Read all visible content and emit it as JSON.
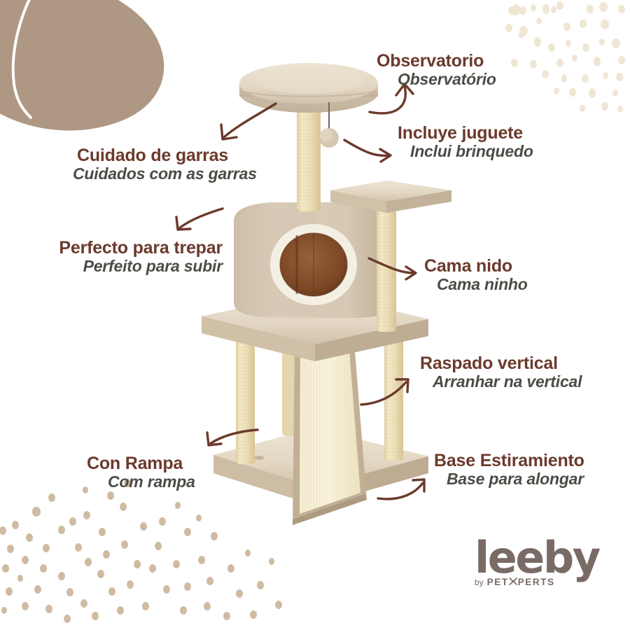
{
  "page": {
    "type": "product-infographic",
    "background_color": "#ffffff",
    "product": "cat-tree-tower"
  },
  "colors": {
    "heading_es": "#6B3A2C",
    "heading_pt": "#4C4C46",
    "arrow": "#6B3A2C",
    "blob": "#AE9884",
    "dots_light": "#F2E8D8",
    "dots_dark": "#CBB79D",
    "plush_beige": "#D9CBB8",
    "plush_light": "#E6DCCB",
    "sisal": "#EFE4C2",
    "sisal_post": "#E9DCB4",
    "condo_interior": "#7A4A2B",
    "ring_cream": "#F4EFE4",
    "logo": "#7A6A65"
  },
  "callouts": [
    {
      "id": "observatorio",
      "es": "Observatorio",
      "pt": "Observatório"
    },
    {
      "id": "juguete",
      "es": "Incluye juguete",
      "pt": "Inclui brinquedo"
    },
    {
      "id": "garras",
      "es": "Cuidado de garras",
      "pt": "Cuidados com as garras"
    },
    {
      "id": "trepar",
      "es": "Perfecto para trepar",
      "pt": "Perfeito para subir"
    },
    {
      "id": "cama",
      "es": "Cama nido",
      "pt": "Cama ninho"
    },
    {
      "id": "raspado",
      "es": "Raspado vertical",
      "pt": "Arranhar na vertical"
    },
    {
      "id": "rampa",
      "es": "Con Rampa",
      "pt": "Com rampa"
    },
    {
      "id": "base",
      "es": "Base Estiramiento",
      "pt": "Base para alongar"
    }
  ],
  "logo": {
    "word": "leeby",
    "by": "by",
    "brand": "PET",
    "brand2": "PERTS"
  }
}
